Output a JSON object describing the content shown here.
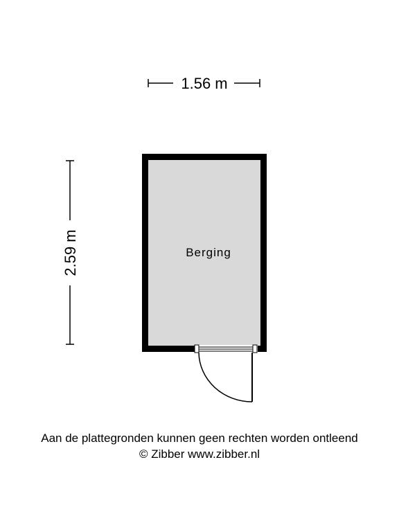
{
  "dimensions": {
    "width_label": "1.56 m",
    "height_label": "2.59 m"
  },
  "room": {
    "name": "Berging"
  },
  "footer": {
    "disclaimer": "Aan de plattegronden kunnen geen rechten worden ontleend",
    "copyright": "© Zibber www.zibber.nl"
  },
  "colors": {
    "wall": "#000000",
    "floor": "#d9d9d9",
    "background": "#ffffff"
  }
}
